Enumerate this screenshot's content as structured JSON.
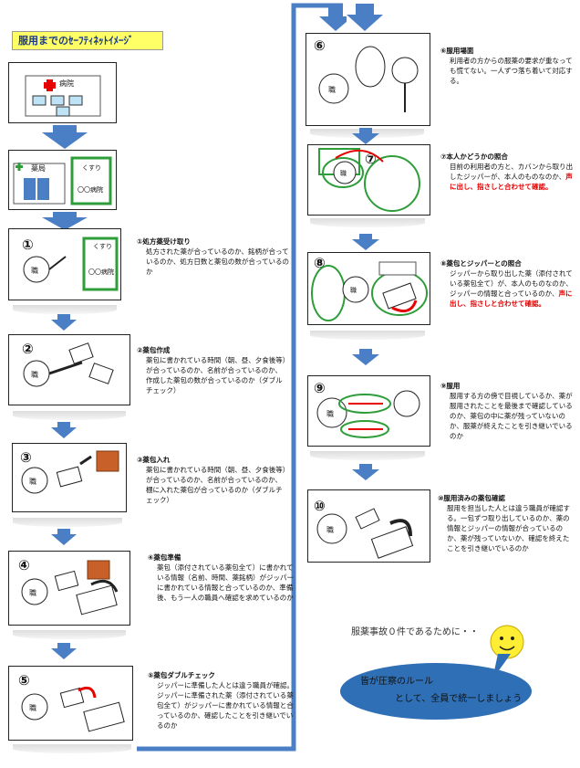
{
  "title": "服用までのｾｰﾌﾃｨﾈｯﾄｲﾒｰｼﾞ",
  "hospital_label": "病院",
  "pharmacy_label": "薬局",
  "rx_label": "くすり",
  "rx_hospital": "〇〇病院",
  "staff": "職",
  "steps": [
    {
      "num": "①",
      "head": "①処方薬受け取り",
      "body": "処方された薬が合っているのか、銘柄が合っているのか、処方日数と薬包の数が合っているのか"
    },
    {
      "num": "②",
      "head": "②薬包作成",
      "body": "薬包に書かれている時間（朝、昼、夕食後等）が合っているのか、名前が合っているのか、作成した薬包の数が合っているのか（ダブルチェック）"
    },
    {
      "num": "③",
      "head": "③薬包入れ",
      "body": "薬包に書かれている時間（朝、昼、夕食後等）が合っているのか、名前が合っているのか、棚に入れた薬包が合っているのか（ダブルチェック）"
    },
    {
      "num": "④",
      "head": "④薬包準備",
      "body": "薬包（添付されている薬包全て）に書かれている情報（名前、時間、薬銘柄）がジッパーに書かれている情報と合っているのか、準備後、もう一人の職員へ確認を求めているのか"
    },
    {
      "num": "⑤",
      "head": "⑤薬包ダブルチェック",
      "body": "ジッパーに準備した人とは違う職員が確認。ジッパーに準備された薬（添付されている薬包全て）がジッパーに書かれている情報と合っているのか、確認したことを引き継いでいるのか"
    },
    {
      "num": "⑥",
      "head": "⑥服用場面",
      "body": "利用者の方からの服薬の要求が重なっても慌てない。一人ずつ落ち着いて対応する。"
    },
    {
      "num": "⑦",
      "head": "⑦本人かどうかの照合",
      "body": "目前の利用者の方と、カバンから取り出したジッパーが、本人のものなのか、",
      "red": "声に出し、指さしと合わせて確認。"
    },
    {
      "num": "⑧",
      "head": "⑧薬包とジッパーとの照合",
      "body": "ジッパーから取り出した薬（添付されている薬包全て）が、本人のものなのか、ジッパーの情報と合っているのか、",
      "red": "声に出し、指さしと合わせて確認。"
    },
    {
      "num": "⑨",
      "head": "⑨服用",
      "body": "服用する方の傍で目視しているか、薬が服用されたことを最後まで確認しているのか、薬包の中に薬が残っていないのか、服薬が終えたことを引き継いでいるのか"
    },
    {
      "num": "⑩",
      "head": "⑩服用済みの薬包確認",
      "body": "服用を担当した人とは違う職員が確認する。一包ずつ取り出しているのか、薬の情報とジッパーの情報が合っているのか、薬が残っていないか、確認を終えたことを引き継いでいるのか"
    }
  ],
  "note": "服薬事故０件であるために・・",
  "bubble_line1": "皆が圧察のルール",
  "bubble_line2": "として、全員で統一しましょう",
  "colors": {
    "arrow": "#4a7fc6",
    "bubble": "#2f6fb5",
    "green": "#2e9d3a"
  }
}
